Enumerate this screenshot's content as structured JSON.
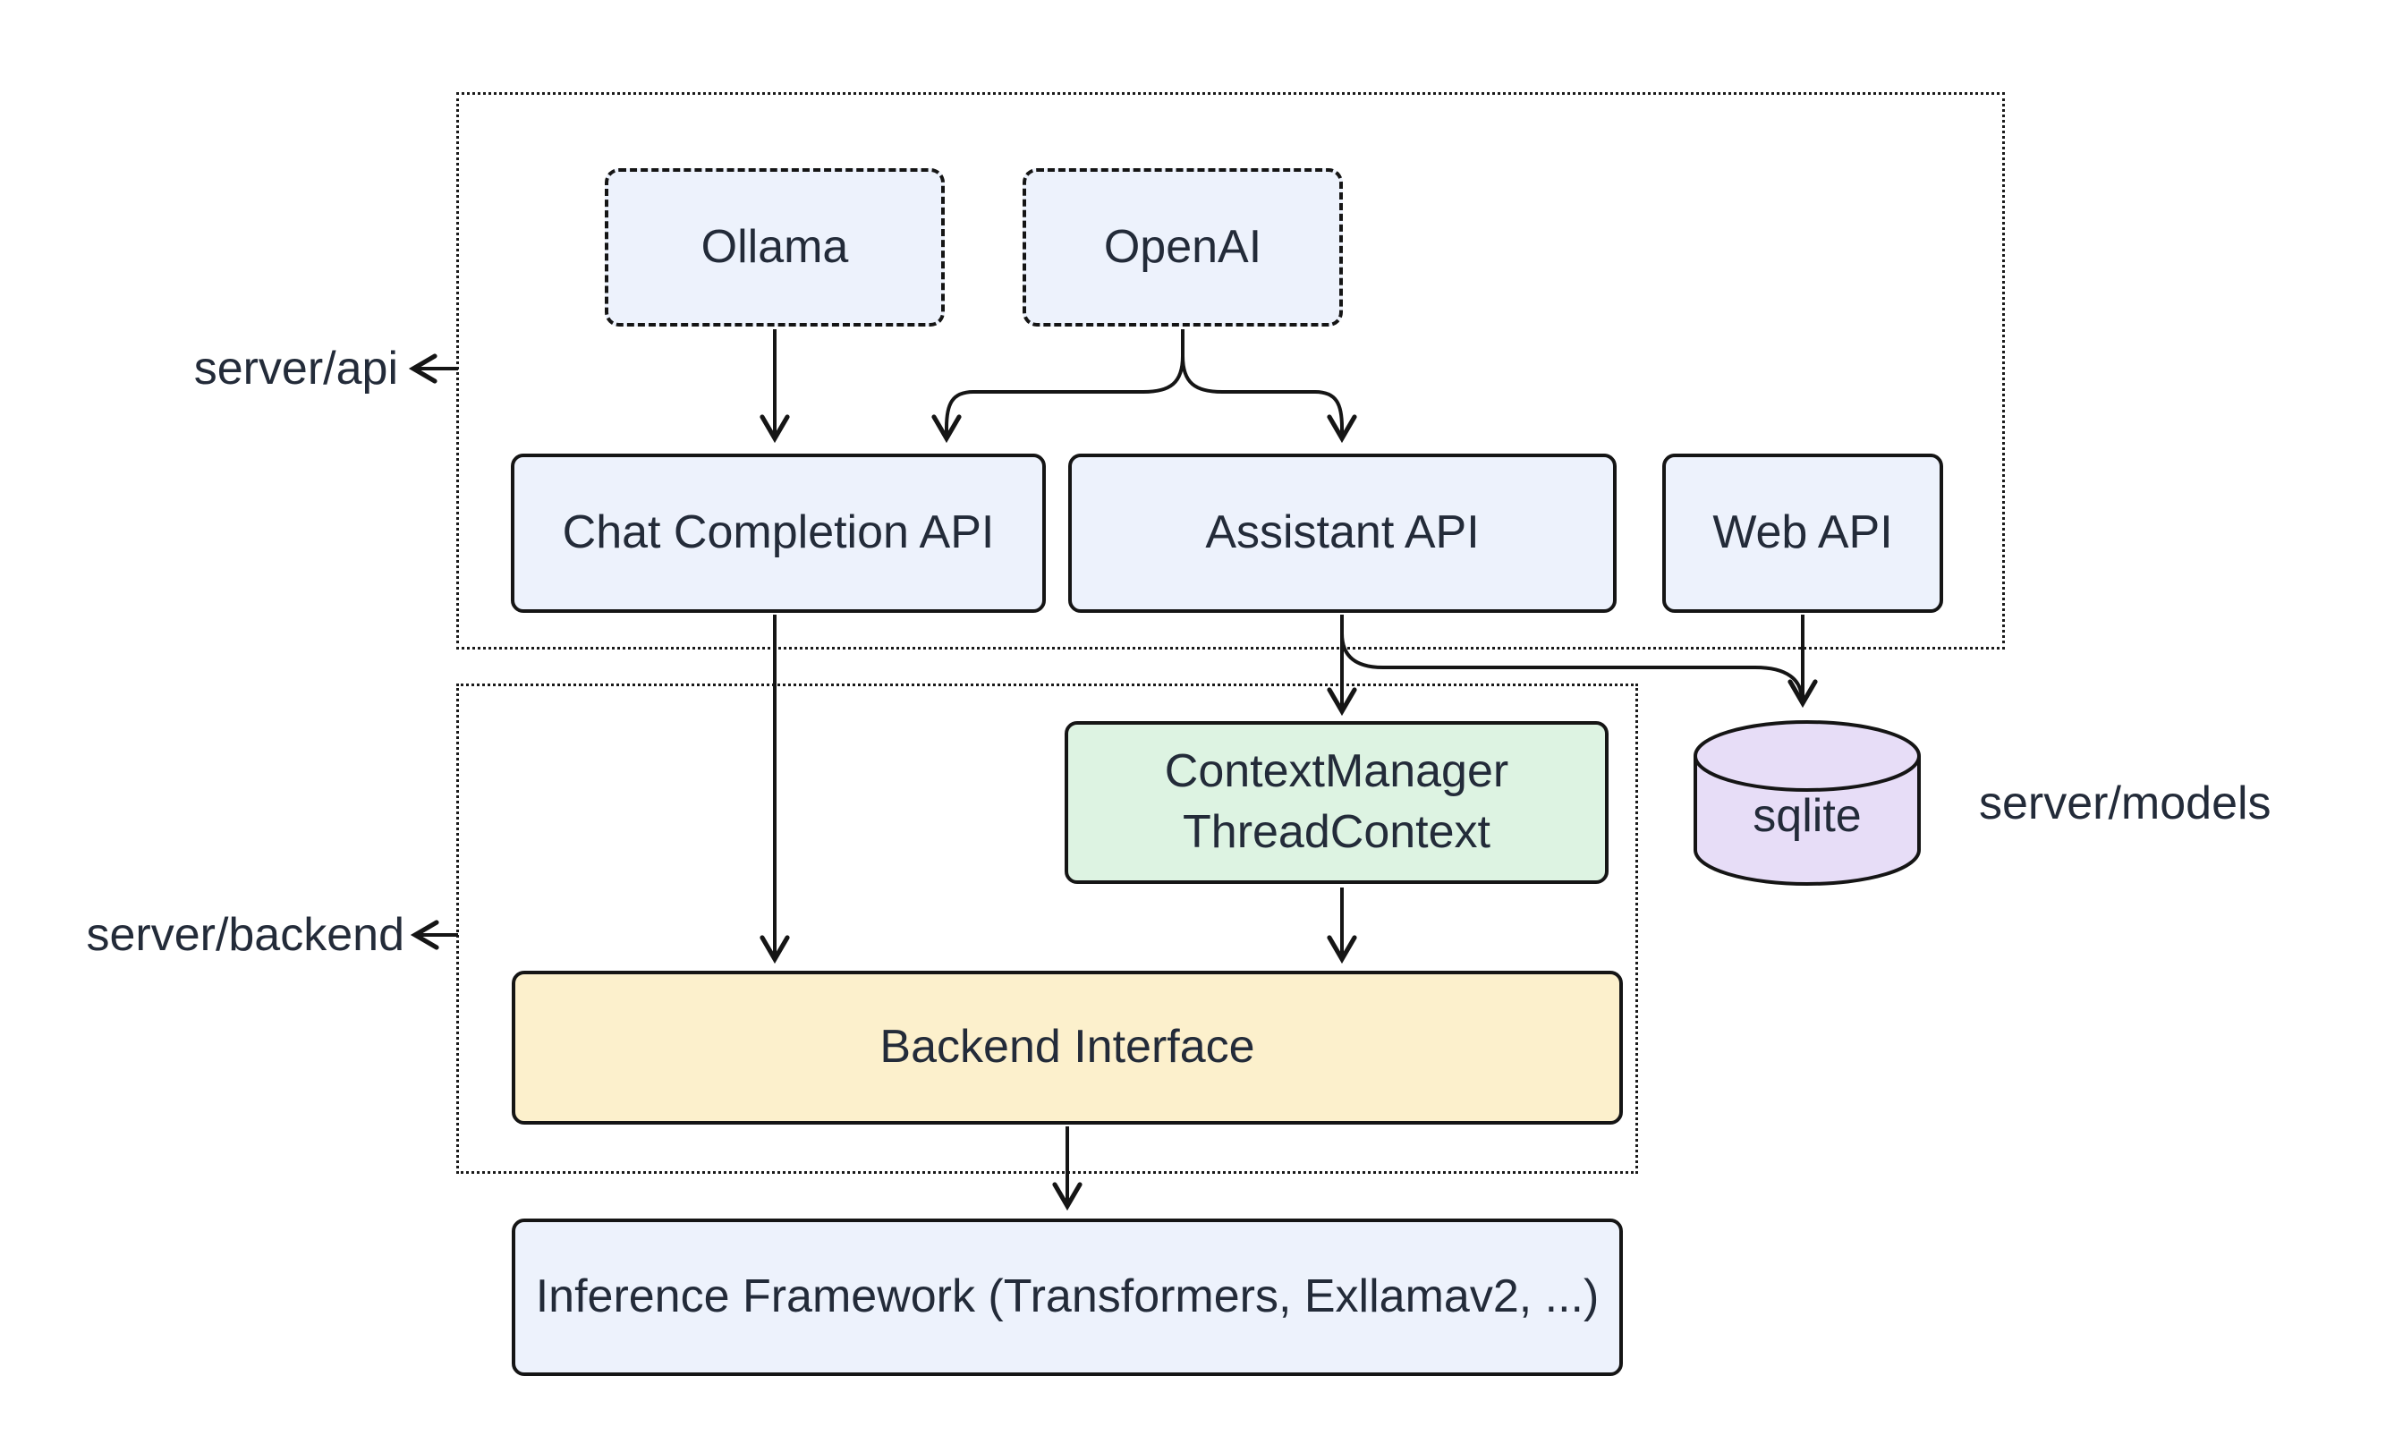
{
  "diagram": {
    "title": "server architecture diagram",
    "colors": {
      "background": "#ffffff",
      "stroke": "#151515",
      "text": "#232b39",
      "node_blue": "#edf2fc",
      "node_green": "#ddf3e2",
      "node_yellow": "#fcf0cc",
      "node_purple": "#e7ddf7"
    },
    "containers": {
      "api": {
        "label": "server/api"
      },
      "backend": {
        "label": "server/backend"
      }
    },
    "side_labels": {
      "models": "server/models"
    },
    "nodes": {
      "ollama": {
        "label": "Ollama",
        "fill": "#edf2fc"
      },
      "openai": {
        "label": "OpenAI",
        "fill": "#edf2fc"
      },
      "chat_completion": {
        "label": "Chat Completion API",
        "fill": "#edf2fc"
      },
      "assistant": {
        "label": "Assistant API",
        "fill": "#edf2fc"
      },
      "web": {
        "label": "Web API",
        "fill": "#edf2fc"
      },
      "context_manager": {
        "line1": "ContextManager",
        "line2": "ThreadContext",
        "fill": "#ddf3e2"
      },
      "sqlite": {
        "label": "sqlite",
        "fill": "#e7ddf7"
      },
      "backend_interface": {
        "label": "Backend Interface",
        "fill": "#fcf0cc"
      },
      "inference": {
        "label": "Inference Framework (Transformers, Exllamav2, ...)",
        "fill": "#edf2fc"
      }
    },
    "edges": [
      {
        "from": "ollama",
        "to": "chat_completion"
      },
      {
        "from": "openai",
        "to": "chat_completion"
      },
      {
        "from": "openai",
        "to": "assistant"
      },
      {
        "from": "chat_completion",
        "to": "backend_interface"
      },
      {
        "from": "assistant",
        "to": "context_manager"
      },
      {
        "from": "assistant",
        "to": "sqlite"
      },
      {
        "from": "web",
        "to": "sqlite"
      },
      {
        "from": "context_manager",
        "to": "backend_interface"
      },
      {
        "from": "backend_interface",
        "to": "inference"
      }
    ]
  }
}
